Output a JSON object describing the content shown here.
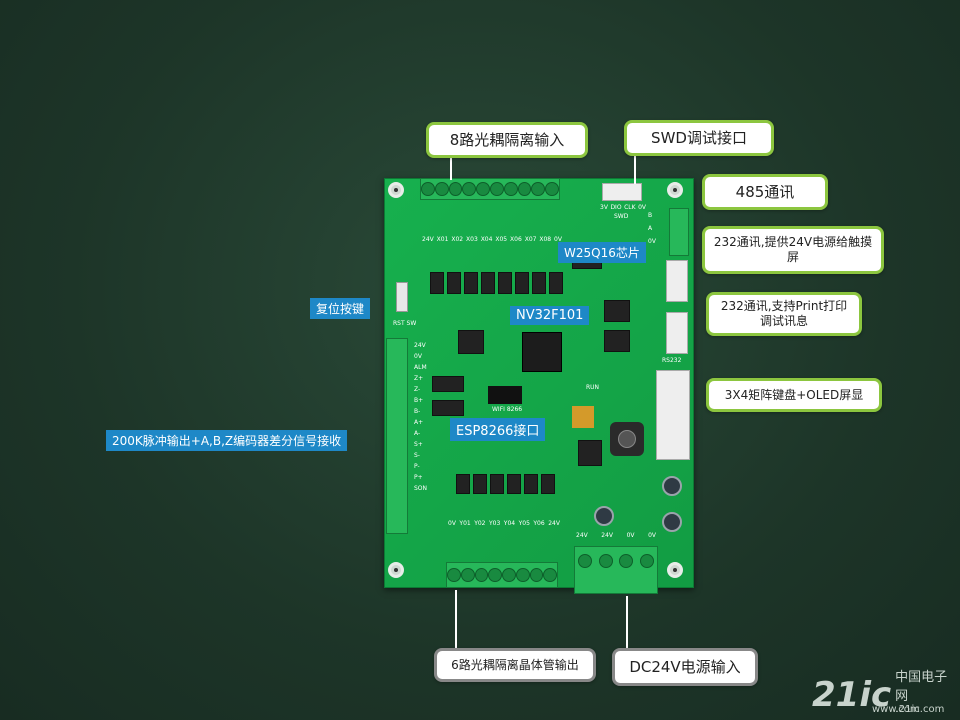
{
  "labels": {
    "optical_input": "8路光耦隔离输入",
    "swd": "SWD调试接口",
    "rs485": "485通讯",
    "rs232_touch": "232通讯,提供24V电源给触摸屏",
    "rs232_print": "232通讯,支持Print打印调试讯息",
    "keypad_oled": "3X4矩阵键盘+OLED屏显",
    "w25q16": "W25Q16芯片",
    "mcu": "NV32F101",
    "reset": "复位按键",
    "esp8266": "ESP8266接口",
    "pulse_output": "200K脉冲输出+A,B,Z编码器差分信号接收",
    "transistor_output": "6路光耦隔离晶体管输出",
    "dc_input": "DC24V电源输入"
  },
  "silkscreen": {
    "top_inputs": [
      "24V",
      "X01",
      "X02",
      "X03",
      "X04",
      "X05",
      "X06",
      "X07",
      "X08",
      "0V"
    ],
    "bottom_outputs": [
      "0V",
      "Y01",
      "Y02",
      "Y03",
      "Y04",
      "Y05",
      "Y06",
      "24V"
    ],
    "left_pins": [
      "24V",
      "0V",
      "ALM",
      "Z+",
      "Z-",
      "B+",
      "B-",
      "A+",
      "A-",
      "S+",
      "S-",
      "P-",
      "P+",
      "SON"
    ],
    "power_pins": [
      "24V",
      "24V",
      "0V",
      "0V"
    ],
    "rs485_pins": [
      "B",
      "A",
      "0V"
    ],
    "swd_pins": [
      "3V",
      "DIO",
      "CLK",
      "0V"
    ],
    "swd": "SWD",
    "rst": "RST SW",
    "wifi": "WIFI 8266",
    "run": "RUN",
    "rs232": "RS232"
  },
  "watermark": {
    "brand": "21ic",
    "domain": ".com",
    "cn": "中国电子网",
    "url": "www.21ic.com"
  },
  "colors": {
    "pcb": "#14a84a",
    "callout_border": "#8cc63f",
    "tag_bg": "#1e88c7"
  }
}
